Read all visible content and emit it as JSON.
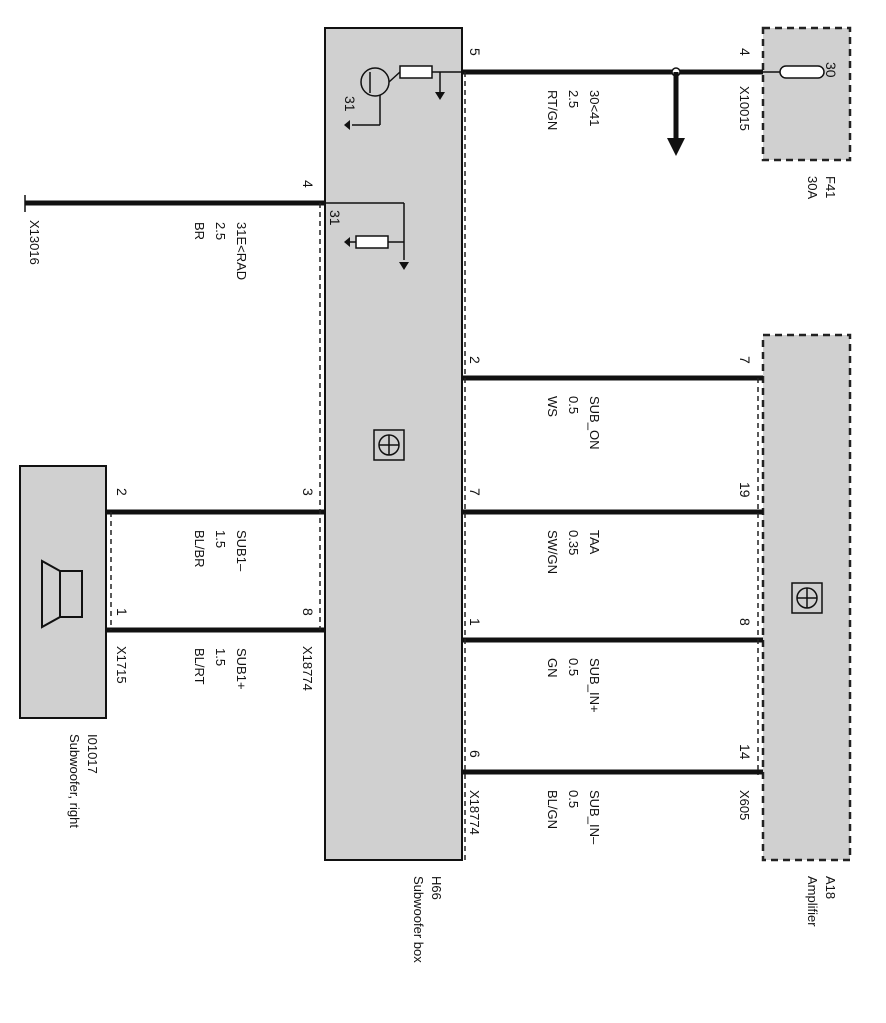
{
  "colors": {
    "box_fill": "#d0d0d0",
    "line": "#111111",
    "background": "#ffffff"
  },
  "components": {
    "subwoofer_box": {
      "code": "H66",
      "name": "Subwoofer box",
      "connector": "X18774",
      "connector_bottom": "X18774"
    },
    "amplifier": {
      "code": "A18",
      "name": "Amplifier",
      "connector": "X605"
    },
    "fuse": {
      "code": "F41",
      "rating": "30A",
      "connector": "X10015",
      "pin_in": "4",
      "pin_out": "30"
    },
    "speaker": {
      "code": "I01017",
      "name": "Subwoofer, right",
      "connector": "X1715"
    },
    "ground": {
      "connector": "X13016"
    }
  },
  "internal": {
    "ground_top": "31",
    "ground_mid": "31"
  },
  "wires": [
    {
      "id": "power",
      "signal": "30<41",
      "gauge": "2.5",
      "color": "RT/GN",
      "pin_left": "5",
      "pin_right": "4"
    },
    {
      "id": "ground",
      "signal": "31E<RAD",
      "gauge": "2.5",
      "color": "BR",
      "pin_left": "",
      "pin_right": "4"
    },
    {
      "id": "sub_on",
      "signal": "SUB_ON",
      "gauge": "0.5",
      "color": "WS",
      "pin_left": "2",
      "pin_right": "7"
    },
    {
      "id": "taa",
      "signal": "TAA",
      "gauge": "0.35",
      "color": "SW/GN",
      "pin_left": "7",
      "pin_right": "19"
    },
    {
      "id": "sub_in_p",
      "signal": "SUB_IN+",
      "gauge": "0.5",
      "color": "GN",
      "pin_left": "1",
      "pin_right": "8"
    },
    {
      "id": "sub_in_n",
      "signal": "SUB_IN–",
      "gauge": "0.5",
      "color": "BL/GN",
      "pin_left": "6",
      "pin_right": "14"
    },
    {
      "id": "sub1_n",
      "signal": "SUB1–",
      "gauge": "1.5",
      "color": "BL/BR",
      "pin_left": "2",
      "pin_right": "3"
    },
    {
      "id": "sub1_p",
      "signal": "SUB1+",
      "gauge": "1.5",
      "color": "BL/RT",
      "pin_left": "1",
      "pin_right": "8"
    }
  ]
}
